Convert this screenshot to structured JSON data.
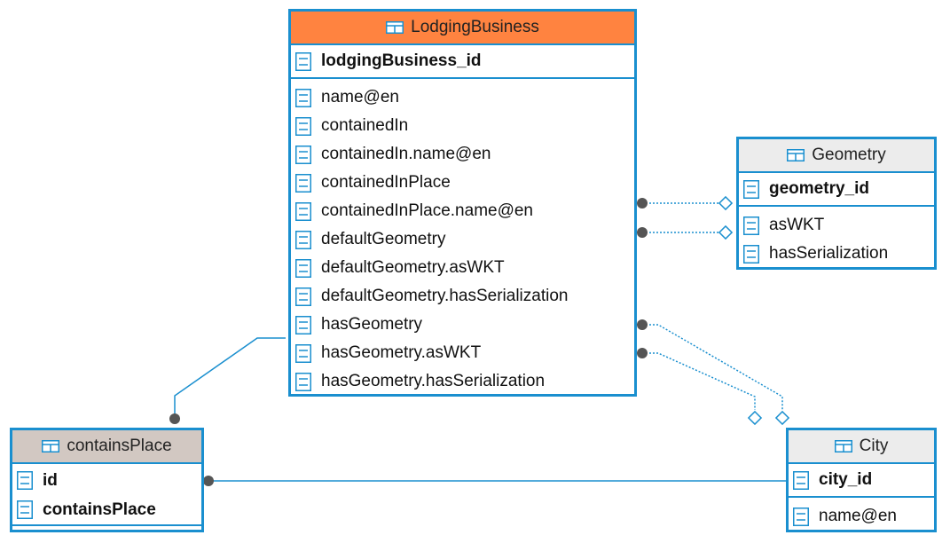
{
  "colors": {
    "border": "#1a8fcf",
    "header_lodging": "#ff8340",
    "header_geometry": "#ececec",
    "header_contains": "#d2c8c2",
    "header_city": "#ececec",
    "connector_dot": "#555555"
  },
  "entities": {
    "lodging": {
      "title": "LodgingBusiness",
      "pk": "lodgingBusiness_id",
      "fields": [
        "name@en",
        "containedIn",
        "containedIn.name@en",
        "containedInPlace",
        "containedInPlace.name@en",
        "defaultGeometry",
        "defaultGeometry.asWKT",
        "defaultGeometry.hasSerialization",
        "hasGeometry",
        "hasGeometry.asWKT",
        "hasGeometry.hasSerialization"
      ]
    },
    "geometry": {
      "title": "Geometry",
      "pk": "geometry_id",
      "fields": [
        "asWKT",
        "hasSerialization"
      ]
    },
    "contains": {
      "title": "containsPlace",
      "pk_fields": [
        "id",
        "containsPlace"
      ]
    },
    "city": {
      "title": "City",
      "pk": "city_id",
      "fields": [
        "name@en"
      ]
    }
  },
  "icons": {
    "table": "table-icon",
    "field": "field-icon"
  }
}
